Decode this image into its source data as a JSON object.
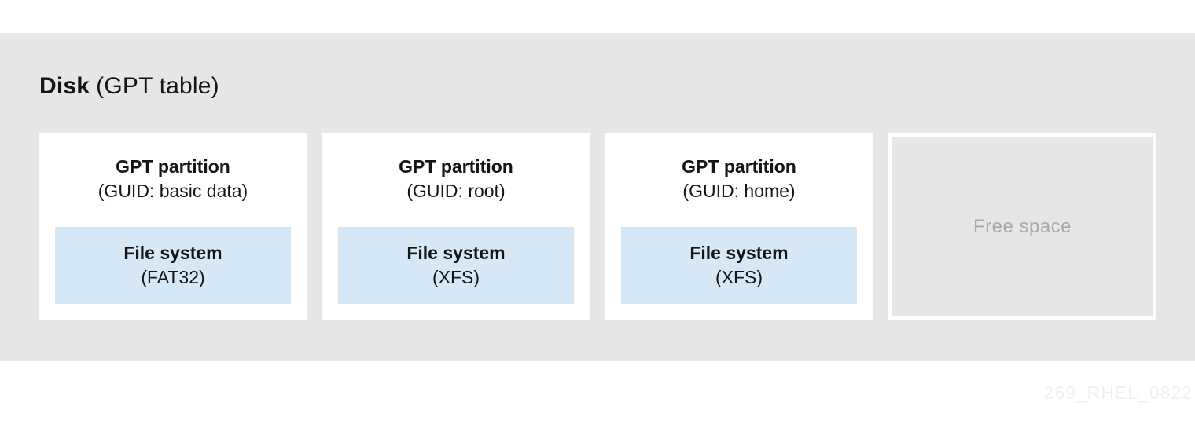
{
  "title": {
    "name": "Disk",
    "qualifier": "(GPT table)"
  },
  "disk": {
    "partitions": [
      {
        "title": "GPT partition",
        "guid": "(GUID: basic data)",
        "filesystem": {
          "title": "File system",
          "type": "(FAT32)"
        }
      },
      {
        "title": "GPT partition",
        "guid": "(GUID: root)",
        "filesystem": {
          "title": "File system",
          "type": "(XFS)"
        }
      },
      {
        "title": "GPT partition",
        "guid": "(GUID: home)",
        "filesystem": {
          "title": "File system",
          "type": "(XFS)"
        }
      }
    ],
    "free_space_label": "Free space"
  },
  "watermark": "269_RHEL_0822",
  "colors": {
    "band_background": "#e6e6e6",
    "partition_background": "#ffffff",
    "filesystem_background": "#d6e7f5",
    "text": "#151515",
    "free_space_text": "#a7aaad",
    "watermark_text": "#f0f0f1"
  }
}
